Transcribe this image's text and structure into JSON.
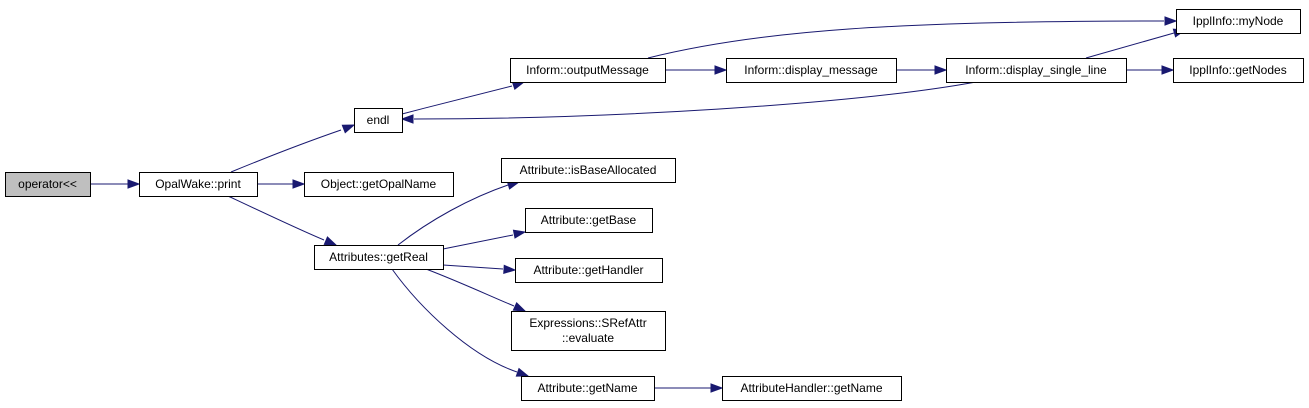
{
  "diagram": {
    "type": "call-graph",
    "colors": {
      "edge": "#191970",
      "root_fill": "#bfbfbf",
      "node_fill": "#ffffff",
      "node_border": "#000000"
    },
    "nodes": [
      {
        "id": "operator",
        "lines": [
          "operator<<"
        ]
      },
      {
        "id": "opalwake_print",
        "lines": [
          "OpalWake::print"
        ]
      },
      {
        "id": "endl",
        "lines": [
          "endl"
        ]
      },
      {
        "id": "object_getopalname",
        "lines": [
          "Object::getOpalName"
        ]
      },
      {
        "id": "attributes_getreal",
        "lines": [
          "Attributes::getReal"
        ]
      },
      {
        "id": "inform_outputmessage",
        "lines": [
          "Inform::outputMessage"
        ]
      },
      {
        "id": "inform_display_message",
        "lines": [
          "Inform::display_message"
        ]
      },
      {
        "id": "inform_display_single_line",
        "lines": [
          "Inform::display_single_line"
        ]
      },
      {
        "id": "ipplinfo_mynode",
        "lines": [
          "IpplInfo::myNode"
        ]
      },
      {
        "id": "ipplinfo_getnodes",
        "lines": [
          "IpplInfo::getNodes"
        ]
      },
      {
        "id": "attribute_isbaseallocated",
        "lines": [
          "Attribute::isBaseAllocated"
        ]
      },
      {
        "id": "attribute_getbase",
        "lines": [
          "Attribute::getBase"
        ]
      },
      {
        "id": "attribute_gethandler",
        "lines": [
          "Attribute::getHandler"
        ]
      },
      {
        "id": "expressions_srefattr_evaluate",
        "lines": [
          "Expressions::SRefAttr",
          "::evaluate"
        ]
      },
      {
        "id": "attribute_getname",
        "lines": [
          "Attribute::getName"
        ]
      },
      {
        "id": "attributehandler_getname",
        "lines": [
          "AttributeHandler::getName"
        ]
      }
    ],
    "edges": [
      {
        "from": "operator",
        "to": "opalwake_print"
      },
      {
        "from": "opalwake_print",
        "to": "endl"
      },
      {
        "from": "opalwake_print",
        "to": "object_getopalname"
      },
      {
        "from": "opalwake_print",
        "to": "attributes_getreal"
      },
      {
        "from": "endl",
        "to": "inform_outputmessage"
      },
      {
        "from": "inform_outputmessage",
        "to": "inform_display_message"
      },
      {
        "from": "inform_outputmessage",
        "to": "ipplinfo_mynode"
      },
      {
        "from": "inform_display_message",
        "to": "inform_display_single_line"
      },
      {
        "from": "inform_display_single_line",
        "to": "endl"
      },
      {
        "from": "inform_display_single_line",
        "to": "ipplinfo_mynode"
      },
      {
        "from": "inform_display_single_line",
        "to": "ipplinfo_getnodes"
      },
      {
        "from": "attributes_getreal",
        "to": "attribute_isbaseallocated"
      },
      {
        "from": "attributes_getreal",
        "to": "attribute_getbase"
      },
      {
        "from": "attributes_getreal",
        "to": "attribute_gethandler"
      },
      {
        "from": "attributes_getreal",
        "to": "expressions_srefattr_evaluate"
      },
      {
        "from": "attributes_getreal",
        "to": "attribute_getname"
      },
      {
        "from": "attribute_getname",
        "to": "attributehandler_getname"
      }
    ]
  }
}
